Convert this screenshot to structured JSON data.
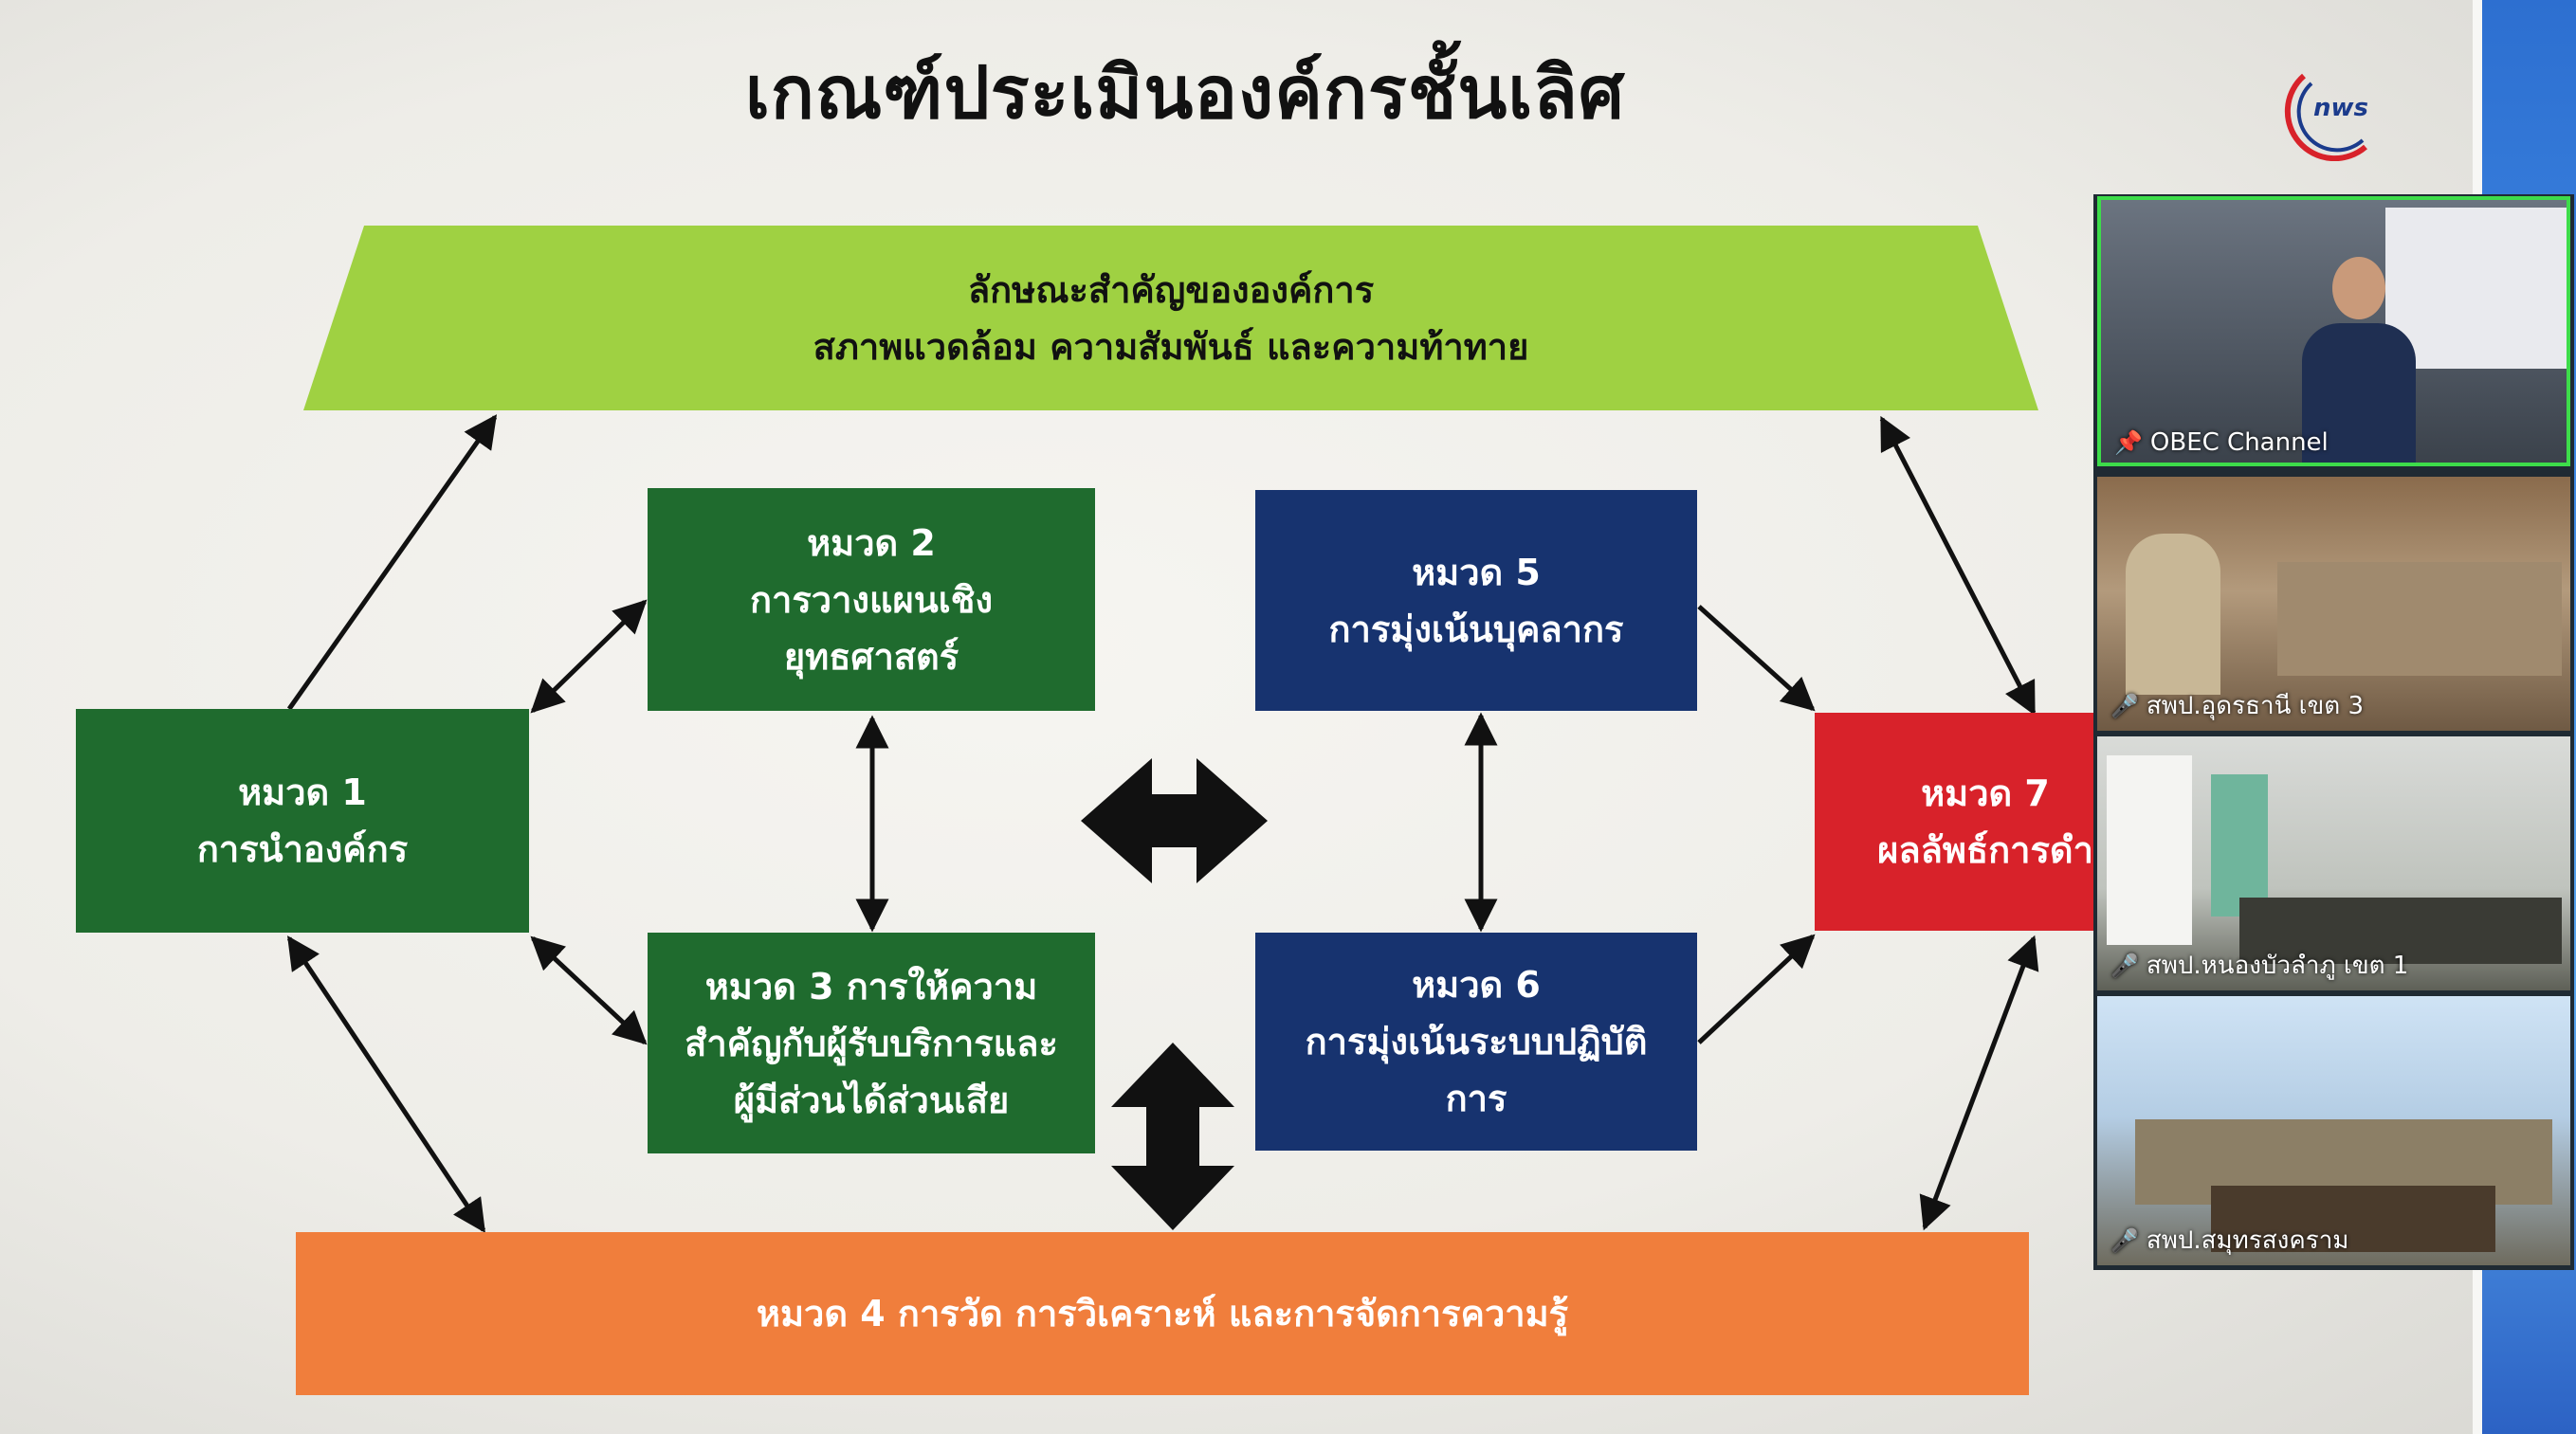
{
  "slide": {
    "title": "เกณฑ์ประเมินองค์กรชั้นเลิศ",
    "top_band": {
      "line1": "ลักษณะสำคัญขององค์การ",
      "line2": "สภาพแวดล้อม ความสัมพันธ์ และความท้าทาย"
    },
    "categories": [
      {
        "lines": [
          "หมวด 1",
          "การนำองค์กร"
        ]
      },
      {
        "lines": [
          "หมวด 2",
          "การวางแผนเชิง",
          "ยุทธศาสตร์"
        ]
      },
      {
        "lines": [
          "หมวด 3 การให้ความ",
          "สำคัญกับผู้รับบริการและ",
          "ผู้มีส่วนได้ส่วนเสีย"
        ]
      },
      {
        "lines": [
          "หมวด 4 การวัด การวิเคราะห์ และการจัดการความรู้"
        ]
      },
      {
        "lines": [
          "หมวด 5",
          "การมุ่งเน้นบุคลากร"
        ]
      },
      {
        "lines": [
          "หมวด 6",
          "การมุ่งเน้นระบบปฏิบัติ",
          "การ"
        ]
      },
      {
        "lines": [
          "หมวด 7",
          "ผลลัพธ์การดำ"
        ]
      }
    ],
    "logo_text": "nws"
  },
  "colors": {
    "green_band": "#9fd142",
    "dark_green": "#1f6b2e",
    "navy": "#17336f",
    "red": "#d8222a",
    "orange": "#f07e3c",
    "active_speaker_border": "#3ddc4a"
  },
  "video_call": {
    "participants": [
      {
        "name": "OBEC Channel",
        "icon": "pin-icon",
        "active": true
      },
      {
        "name": "สพป.อุดรธานี เขต 3",
        "icon": "mic-off-icon"
      },
      {
        "name": "สพป.หนองบัวลำภู เขต 1",
        "icon": "mic-off-icon"
      },
      {
        "name": "สพป.สมุทรสงคราม",
        "icon": "mic-off-icon"
      }
    ]
  }
}
